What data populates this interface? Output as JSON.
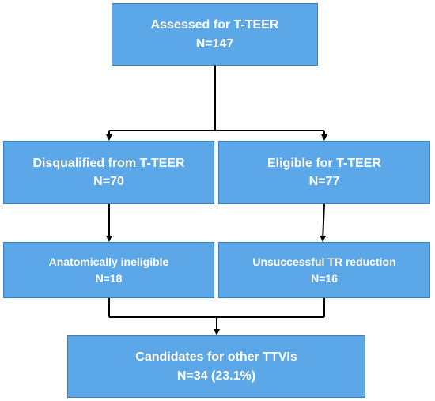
{
  "flowchart": {
    "assessed": {
      "title": "Assessed for T-TEER",
      "count": "N=147"
    },
    "disqualified": {
      "title": "Disqualified from T-TEER",
      "count": "N=70"
    },
    "eligible": {
      "title": "Eligible for T-TEER",
      "count": "N=77"
    },
    "anatomically_ineligible": {
      "title": "Anatomically ineligible",
      "count": "N=18"
    },
    "unsuccessful_reduction": {
      "title": "Unsuccessful TR reduction",
      "count": "N=16"
    },
    "candidates": {
      "title": "Candidates for other TTVIs",
      "count": "N=34 (23.1%)"
    }
  },
  "colors": {
    "box_fill": "#5ba7e8",
    "box_border": "#3d7fbf",
    "box_text": "#ffffff",
    "connector": "#000000"
  }
}
